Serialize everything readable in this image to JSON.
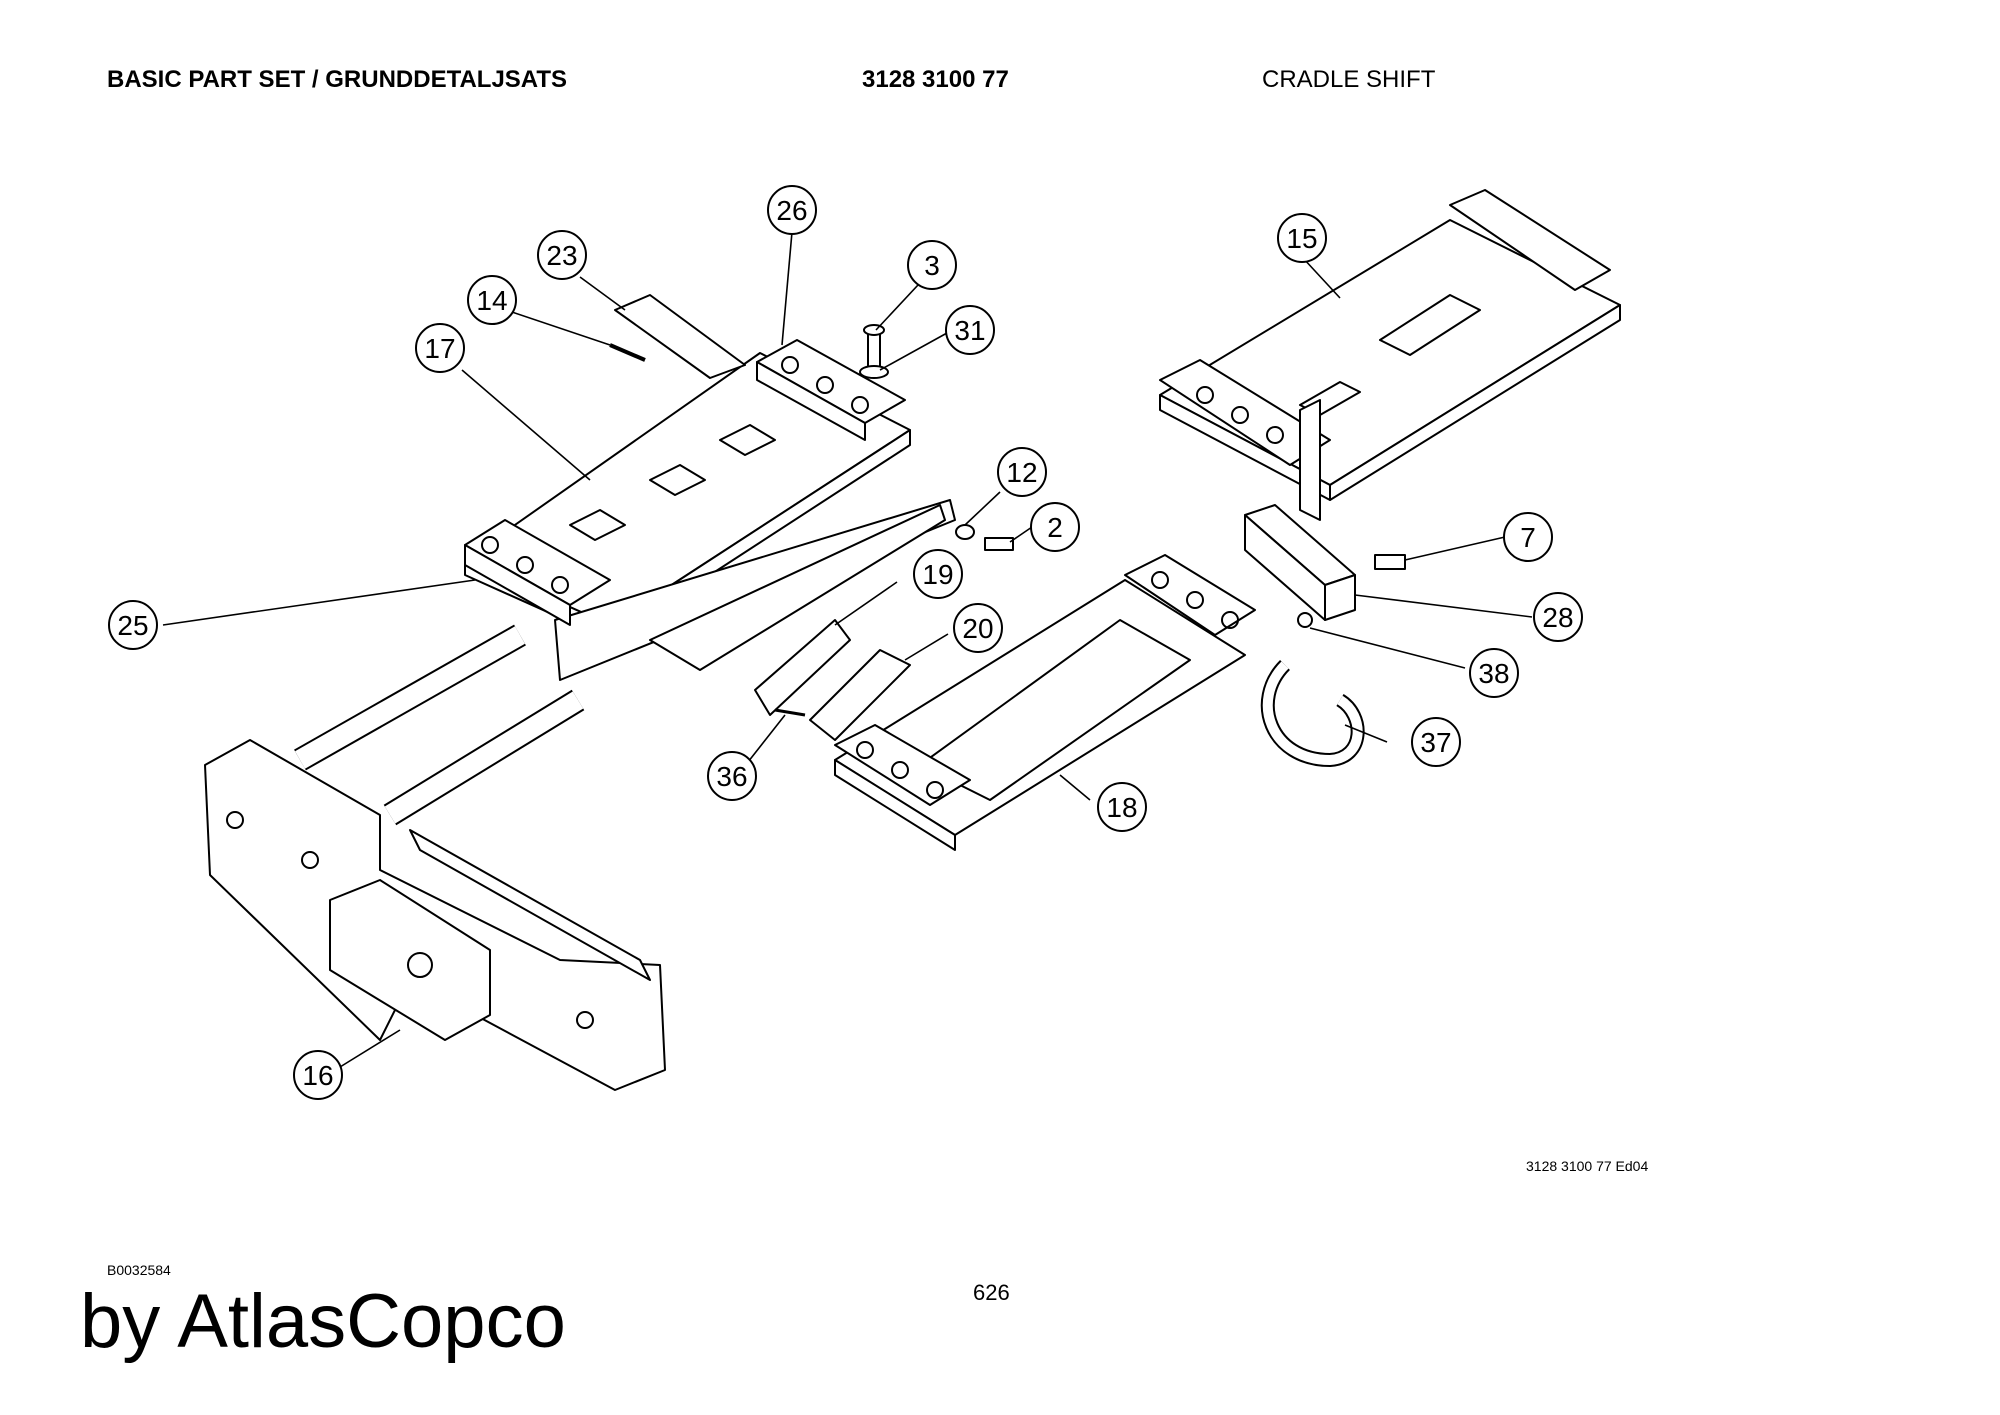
{
  "header": {
    "title": "BASIC PART SET / GRUNDDETALJSATS",
    "part_number": "3128 3100 77",
    "assembly_name": "CRADLE SHIFT"
  },
  "callouts": [
    "26",
    "23",
    "3",
    "14",
    "31",
    "17",
    "15",
    "12",
    "2",
    "7",
    "19",
    "25",
    "20",
    "28",
    "38",
    "37",
    "36",
    "18",
    "16"
  ],
  "footer": {
    "drawing_ref": "3128 3100 77 Ed04",
    "doc_code": "B0032584",
    "page": "626",
    "brand": "by AtlasCopco"
  }
}
